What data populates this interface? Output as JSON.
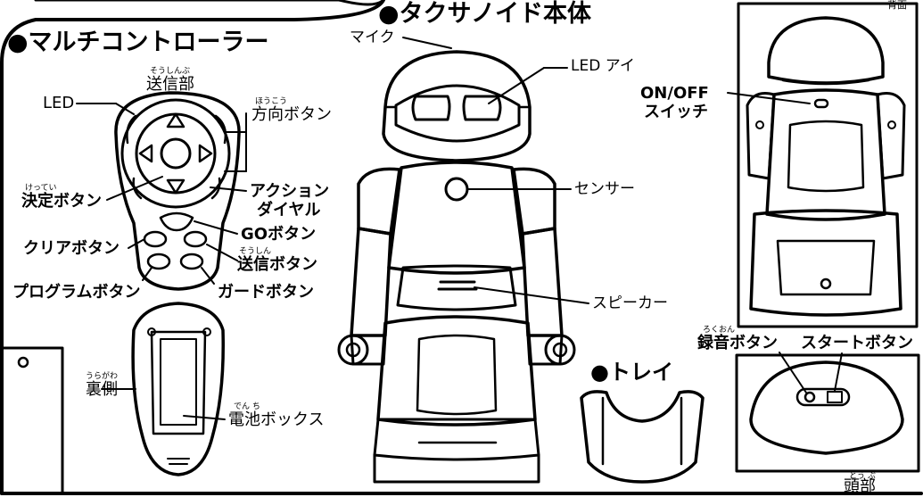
{
  "headings": {
    "multi_controller": "●マルチコントローラー",
    "robot_body": "●タクサノイド本体",
    "tray": "●トレイ"
  },
  "labels": {
    "top_right_fragment": "背面",
    "transmitter_ruby": "そうしんぶ",
    "transmitter": "送信部",
    "led": "LED",
    "direction_ruby": "ほうこう",
    "direction_button": "方向ボタン",
    "decide_ruby": "けってい",
    "decide_button": "決定ボタン",
    "action_dial_1": "アクション",
    "action_dial_2": "ダイヤル",
    "go_button": "GOボタン",
    "clear_button": "クリアボタン",
    "send_ruby": "そうしん",
    "send_button": "送信ボタン",
    "program_button": "プログラムボタン",
    "guard_button": "ガードボタン",
    "back_side_ruby": "うらがわ",
    "back_side": "裏側",
    "battery_ruby": "でん ち",
    "battery_box": "電池ボックス",
    "mic": "マイク",
    "led_eye": "LED アイ",
    "sensor": "センサー",
    "speaker": "スピーカー",
    "onoff_1": "ON/OFF",
    "onoff_2": "スイッチ",
    "record_ruby": "ろくおん",
    "record_button": "録音ボタン",
    "start_button": "スタートボタン",
    "head_ruby": "とう ぶ",
    "head": "頭部"
  }
}
